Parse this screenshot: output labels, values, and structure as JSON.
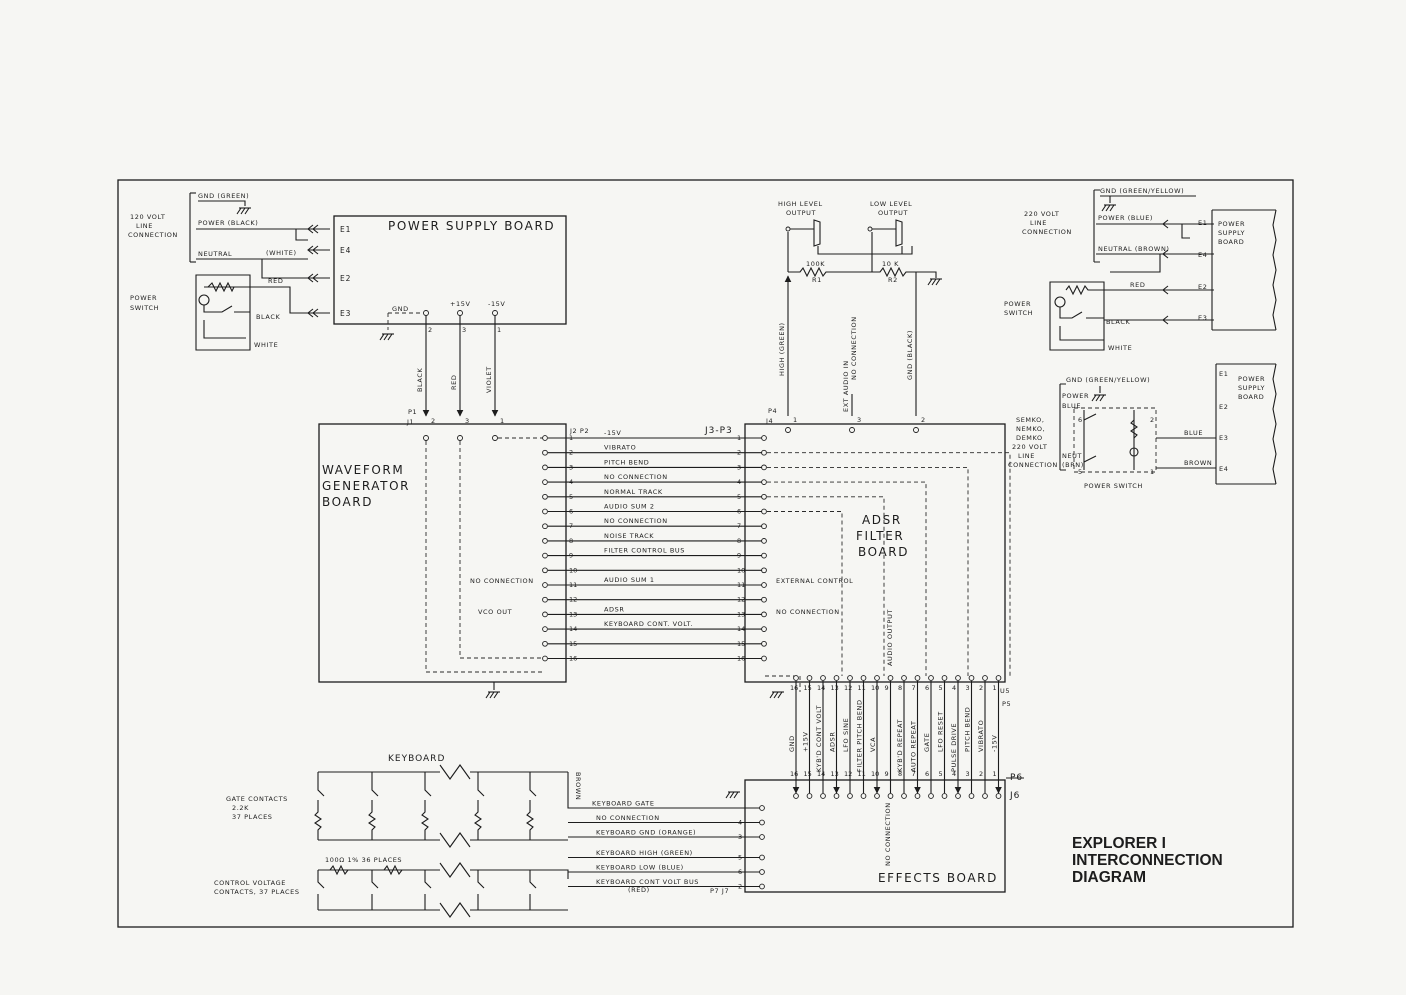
{
  "title": [
    "EXPLORER I",
    "INTERCONNECTION",
    "DIAGRAM"
  ],
  "boards": {
    "power_supply": "POWER SUPPLY BOARD",
    "waveform": [
      "WAVEFORM",
      "GENERATOR",
      "BOARD"
    ],
    "adsr": [
      "ADSR",
      "FILTER",
      "BOARD"
    ],
    "effects": "EFFECTS BOARD",
    "keyboard": "KEYBOARD",
    "ps_right_1": [
      "POWER",
      "SUPPLY",
      "BOARD"
    ],
    "ps_right_2": [
      "POWER",
      "SUPPLY",
      "BOARD"
    ]
  },
  "mains120": {
    "gnd": "GND (GREEN)",
    "line": [
      "120 VOLT",
      "LINE",
      "CONNECTION"
    ],
    "power": "POWER (BLACK)",
    "neutral": "NEUTRAL",
    "white_p": "(WHITE)",
    "red": "RED",
    "black": "BLACK",
    "white": "WHITE",
    "switch": [
      "POWER",
      "SWITCH"
    ]
  },
  "psb": {
    "terminals": [
      "E1",
      "E4",
      "E2",
      "E3"
    ],
    "gnd": "GND",
    "p15": "+15V",
    "m15": "-15V",
    "pins": [
      "2",
      "3",
      "1"
    ],
    "wires": [
      "BLACK",
      "RED",
      "VIOLET"
    ]
  },
  "outputs": {
    "high": [
      "HIGH LEVEL",
      "OUTPUT"
    ],
    "low": [
      "LOW LEVEL",
      "OUTPUT"
    ],
    "r1": [
      "100K",
      "R1"
    ],
    "r2": [
      "10 K",
      "R2"
    ],
    "v1": "HIGH (GREEN)",
    "v2": "EXT AUDIO IN",
    "v3": "NO CONNECTION",
    "v4": "GND (BLACK)",
    "pins": [
      "1",
      "3",
      "2"
    ]
  },
  "connectors": {
    "p1j1": [
      "P1",
      "J1"
    ],
    "j2p2": "J2  P2",
    "j3p3": "J3-P3",
    "p4j4": [
      "P4",
      "J4"
    ],
    "u5p5": [
      "U5",
      "P5"
    ],
    "p6j6": [
      "P6",
      "J6"
    ],
    "p7j7": "P7  J7"
  },
  "bus": [
    {
      "n": "1",
      "label": "-15V"
    },
    {
      "n": "2",
      "label": "VIBRATO"
    },
    {
      "n": "3",
      "label": "PITCH BEND"
    },
    {
      "n": "4",
      "label": "NO CONNECTION"
    },
    {
      "n": "5",
      "label": "NORMAL TRACK"
    },
    {
      "n": "6",
      "label": "AUDIO SUM 2"
    },
    {
      "n": "7",
      "label": "NO CONNECTION"
    },
    {
      "n": "8",
      "label": "NOISE TRACK"
    },
    {
      "n": "9",
      "label": "FILTER CONTROL BUS"
    },
    {
      "n": "10",
      "label": ""
    },
    {
      "n": "11",
      "label": "AUDIO SUM 1"
    },
    {
      "n": "12",
      "label": ""
    },
    {
      "n": "13",
      "label": "ADSR"
    },
    {
      "n": "14",
      "label": "KEYBOARD CONT. VOLT."
    },
    {
      "n": "15",
      "label": ""
    },
    {
      "n": "16",
      "label": ""
    }
  ],
  "wg_notes": {
    "nc": "NO CONNECTION",
    "vco": "VCO OUT"
  },
  "adsr_notes": {
    "ext": "EXTERNAL CONTROL",
    "nc": "NO CONNECTION",
    "audio": "AUDIO OUTPUT"
  },
  "effects_bus": [
    {
      "n": "16",
      "label": "GND"
    },
    {
      "n": "15",
      "label": "+15V"
    },
    {
      "n": "14",
      "label": "KYB'D CONT VOLT"
    },
    {
      "n": "13",
      "label": "ADSR"
    },
    {
      "n": "12",
      "label": "LFO SINE"
    },
    {
      "n": "11",
      "label": "FILTER PITCH BEND"
    },
    {
      "n": "10",
      "label": "VCA"
    },
    {
      "n": "9",
      "label": ""
    },
    {
      "n": "8",
      "label": "KYB'D REPEAT"
    },
    {
      "n": "7",
      "label": "AUTO REPEAT"
    },
    {
      "n": "6",
      "label": "GATE"
    },
    {
      "n": "5",
      "label": "LFO RESET"
    },
    {
      "n": "4",
      "label": "PULSE DRIVE"
    },
    {
      "n": "3",
      "label": "PITCH BEND"
    },
    {
      "n": "2",
      "label": "VIBRATO"
    },
    {
      "n": "1",
      "label": "-15V"
    }
  ],
  "effects_nc": "NO CONNECTION",
  "keyboard": {
    "gate_contacts": [
      "GATE CONTACTS",
      "2.2K",
      "37 PLACES"
    ],
    "cv_contacts": [
      "CONTROL VOLTAGE",
      "CONTACTS, 37 PLACES"
    ],
    "resistors": "100Ω 1% 36 PLACES",
    "brown": "BROWN",
    "lines": [
      {
        "n": "",
        "label": "KEYBOARD GATE"
      },
      {
        "n": "4",
        "label": "NO CONNECTION"
      },
      {
        "n": "3",
        "label": "KEYBOARD GND (ORANGE)"
      },
      {
        "n": "5",
        "label": "KEYBOARD HIGH (GREEN)"
      },
      {
        "n": "6",
        "label": "KEYBOARD LOW (BLUE)"
      },
      {
        "n": "2",
        "label": "KEYBOARD CONT VOLT BUS"
      }
    ],
    "red": "(RED)"
  },
  "mains220": {
    "gnd": "GND (GREEN/YELLOW)",
    "line": [
      "220 VOLT",
      "LINE",
      "CONNECTION"
    ],
    "power": "POWER (BLUE)",
    "neutral": "NEUTRAL (BROWN)",
    "red": "RED",
    "black": "BLACK",
    "white": "WHITE",
    "switch": [
      "POWER",
      "SWITCH"
    ],
    "terminals": [
      "E1",
      "E4",
      "E2",
      "E3"
    ]
  },
  "semko": {
    "gnd": "GND (GREEN/YELLOW)",
    "power": [
      "POWER",
      "BLUE"
    ],
    "neut": [
      "NEUT",
      "(BRN)"
    ],
    "line": [
      "SEMKO,",
      "NEMKO,",
      "DEMKO",
      "220 VOLT",
      "LINE",
      "CONNECTION"
    ],
    "blue": "BLUE",
    "brown": "BROWN",
    "switch": "POWER SWITCH",
    "terminals": [
      "E1",
      "E2",
      "E3",
      "E4"
    ],
    "pins": [
      "6",
      "2",
      "5",
      "1"
    ]
  }
}
